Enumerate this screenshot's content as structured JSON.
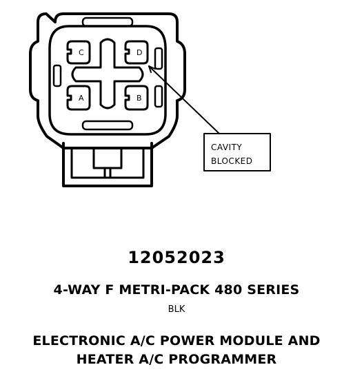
{
  "diagram": {
    "cavities": [
      {
        "id": "cavity-a",
        "label": "A"
      },
      {
        "id": "cavity-b",
        "label": "B"
      },
      {
        "id": "cavity-c",
        "label": "C"
      },
      {
        "id": "cavity-d",
        "label": "D"
      }
    ],
    "callout": {
      "line1": "CAVITY",
      "line2": "BLOCKED"
    }
  },
  "caption": {
    "part_number": "12052023",
    "connector_series": "4-WAY F METRI-PACK 480 SERIES",
    "color": "BLK",
    "application_line_1": "ELECTRONIC A/C POWER MODULE AND",
    "application_line_2": "HEATER A/C PROGRAMMER"
  }
}
